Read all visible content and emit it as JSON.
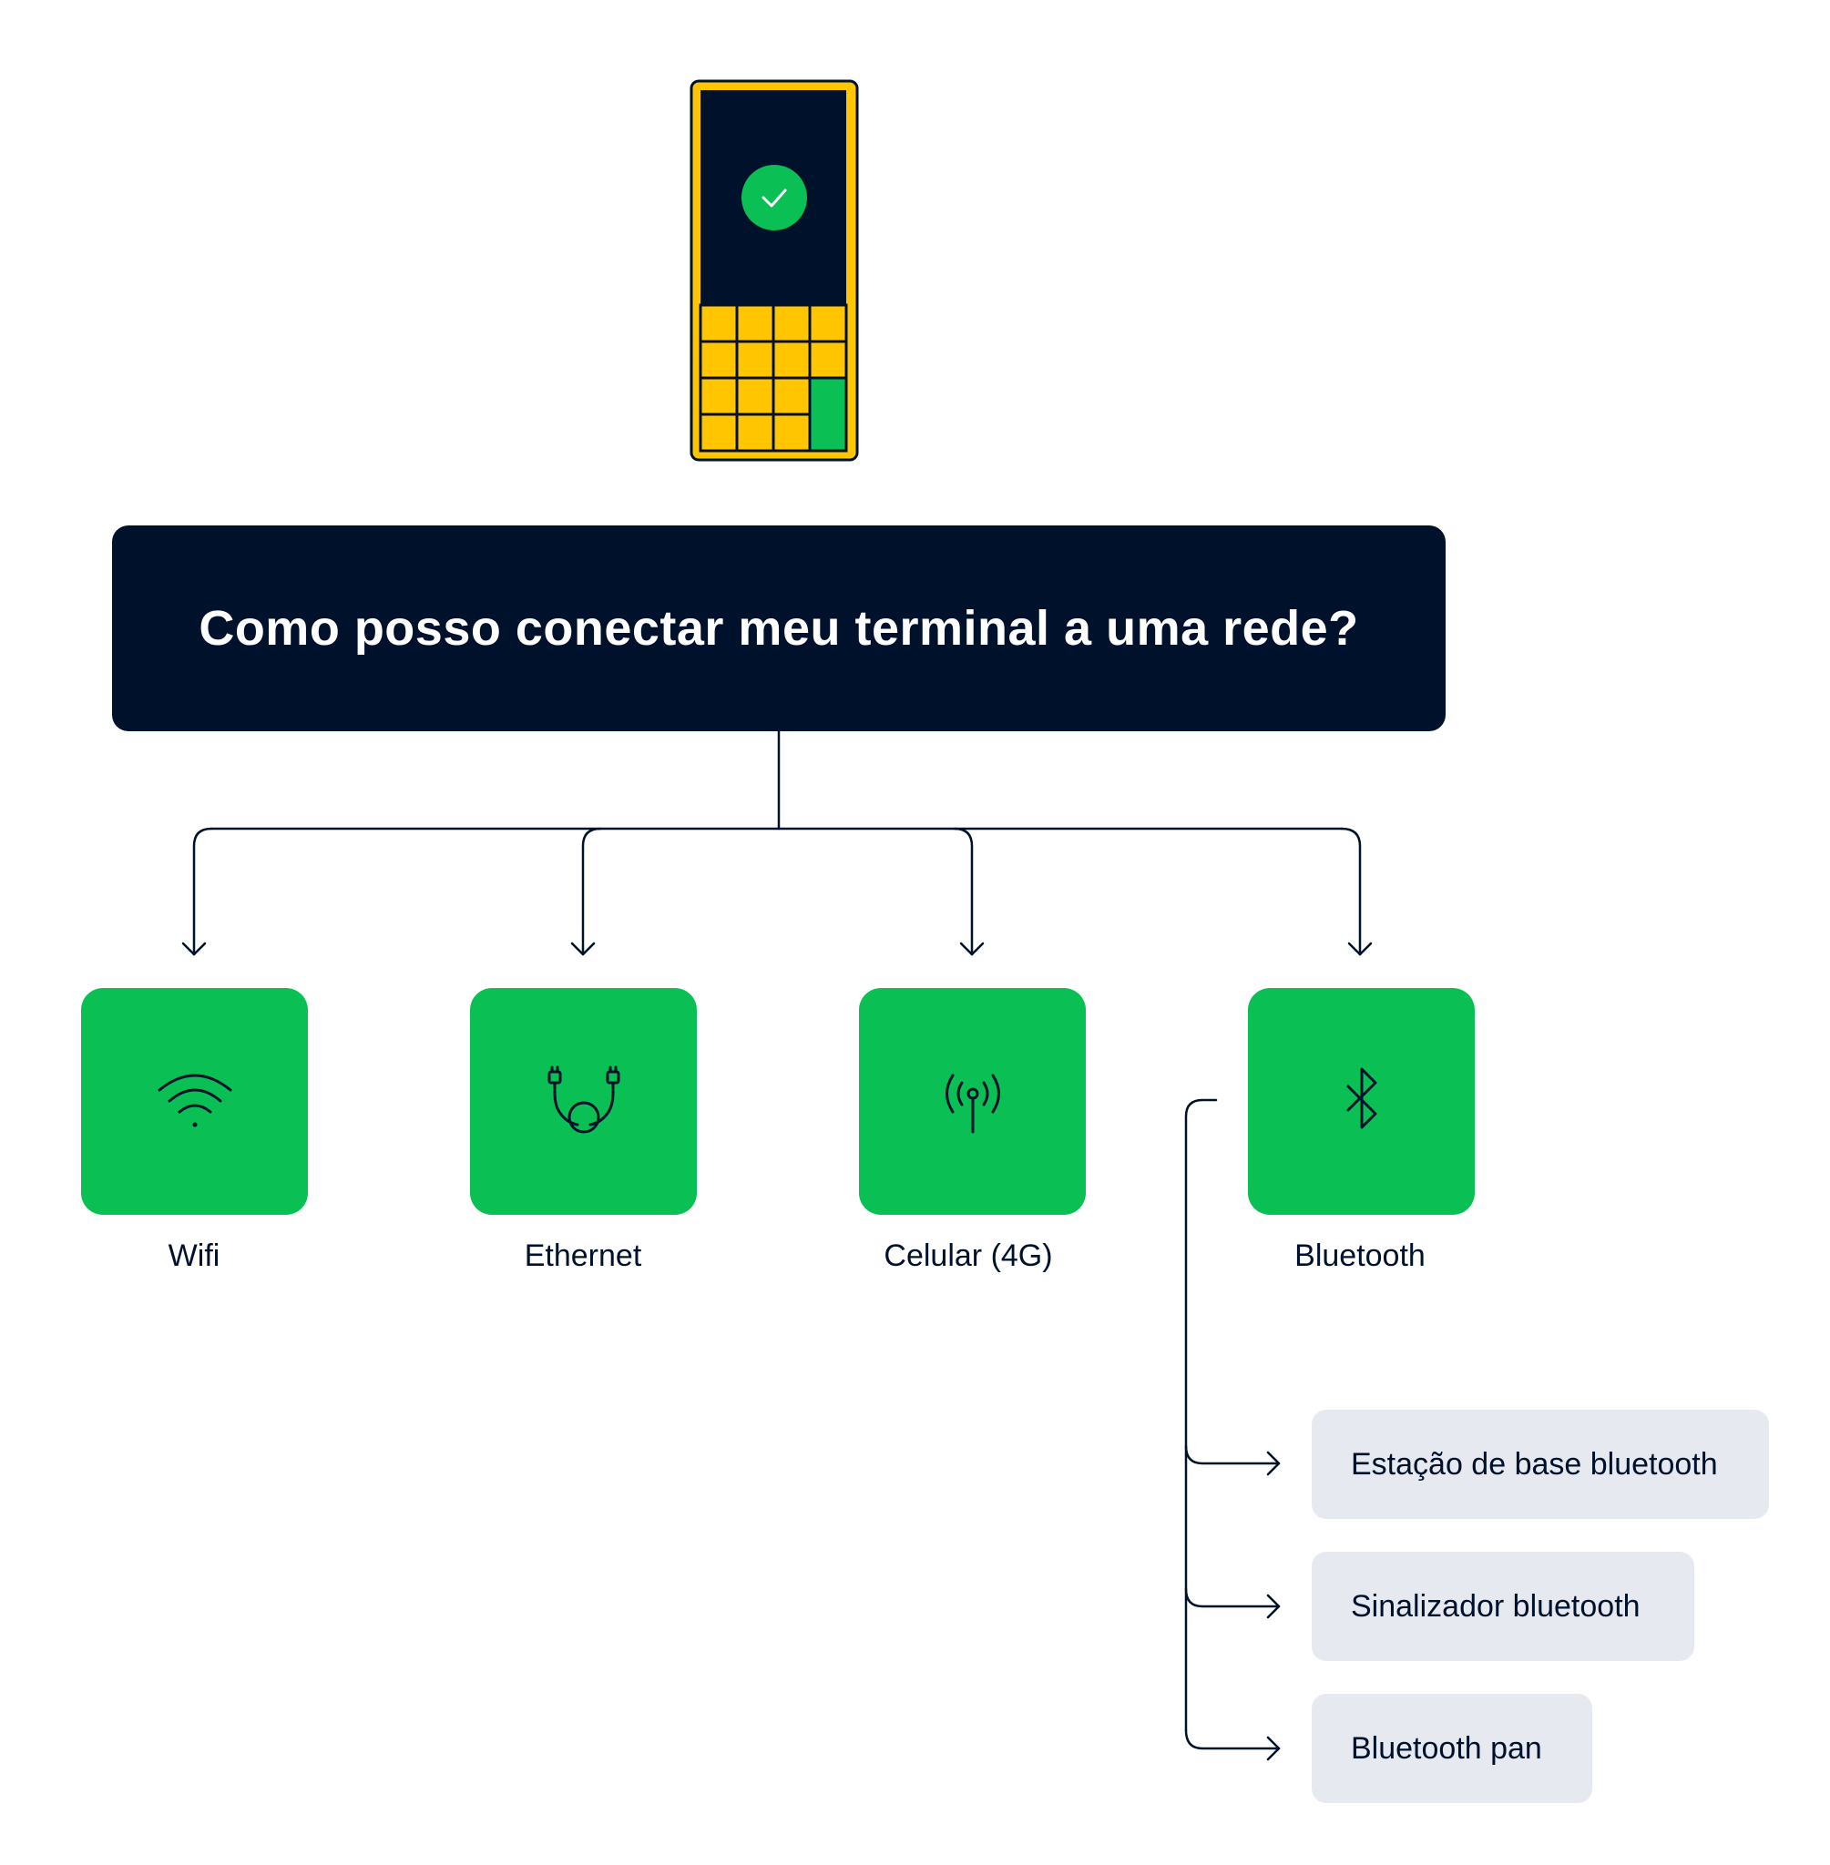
{
  "question": "Como posso conectar meu terminal a uma rede?",
  "colors": {
    "navy": "#00112c",
    "green": "#0abf53",
    "yellow": "#ffc600",
    "light_gray": "#e6e9f0"
  },
  "terminal": {
    "icon": "payment-terminal-icon",
    "screen_icon": "checkmark-icon"
  },
  "options": [
    {
      "label": "Wifi",
      "icon": "wifi-icon"
    },
    {
      "label": "Ethernet",
      "icon": "ethernet-cable-icon"
    },
    {
      "label": "Celular (4G)",
      "icon": "cellular-antenna-icon"
    },
    {
      "label": "Bluetooth",
      "icon": "bluetooth-icon"
    }
  ],
  "bluetooth_sub_options": [
    {
      "label": "Estação de base bluetooth"
    },
    {
      "label": "Sinalizador bluetooth"
    },
    {
      "label": "Bluetooth pan"
    }
  ]
}
